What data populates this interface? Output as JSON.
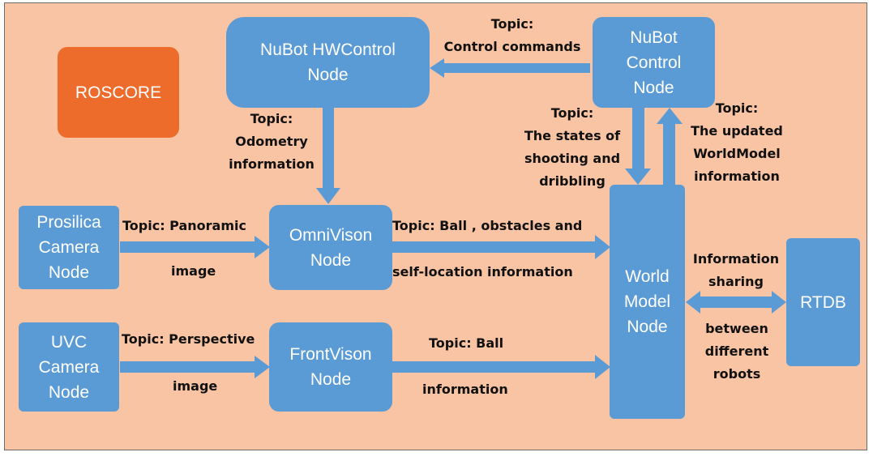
{
  "nodes": {
    "roscore": "ROSCORE",
    "hwcontrol": "NuBot HWControl\nNode",
    "control": "NuBot\nControl\nNode",
    "prosilica": "Prosilica\nCamera\nNode",
    "omnivison": "OmniVison\nNode",
    "uvc": "UVC\nCamera\nNode",
    "frontvison": "FrontVison\nNode",
    "worldmodel": "World\nModel\nNode",
    "rtdb": "RTDB"
  },
  "labels": {
    "control_commands": "Topic:\nControl commands",
    "odometry": "Topic:\nOdometry\ninformation",
    "states": "Topic:\nThe states of\nshooting and\ndribbling",
    "updated": "Topic:\nThe updated\nWorldModel\ninformation",
    "panoramic_top": "Topic: Panoramic",
    "panoramic_bottom": "image",
    "ball_obstacles_top": "Topic:  Ball , obstacles  and",
    "ball_obstacles_bottom": "self-location information",
    "perspective_top": "Topic: Perspective",
    "perspective_bottom": "image",
    "ball_top": "Topic: Ball",
    "ball_bottom": "information",
    "sharing_top": "Information\nsharing",
    "sharing_bottom": "between\ndifferent\nrobots"
  },
  "colors": {
    "background": "#f8c4a4",
    "node": "#5b9bd5",
    "roscore": "#ee6c2b"
  }
}
